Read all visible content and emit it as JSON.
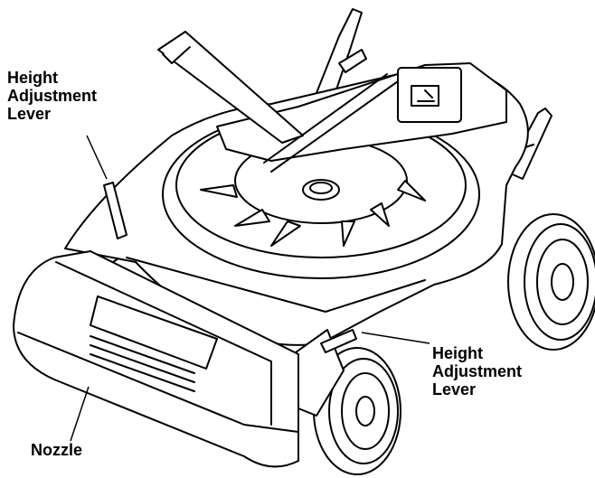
{
  "callouts": {
    "height_lever_left": {
      "line1": "Height",
      "line2": "Adjustment",
      "line3": "Lever"
    },
    "height_lever_right": {
      "line1": "Height",
      "line2": "Adjustment",
      "line3": "Lever"
    },
    "nozzle": {
      "label": "Nozzle"
    }
  },
  "colors": {
    "line": "#000000",
    "fill": "#ffffff"
  }
}
